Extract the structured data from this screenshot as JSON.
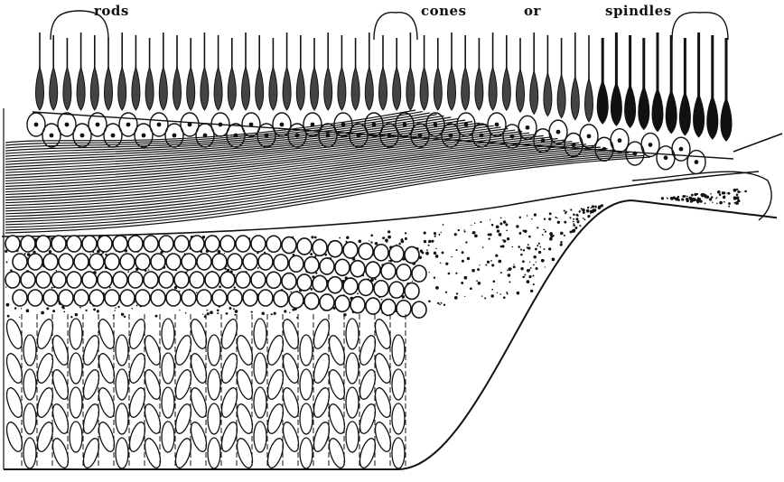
{
  "labels": {
    "rods": "rods",
    "cones": "cones",
    "or": "or",
    "spindles": "spindles"
  },
  "colors": {
    "ink": "#111111",
    "paper": "#ffffff"
  }
}
